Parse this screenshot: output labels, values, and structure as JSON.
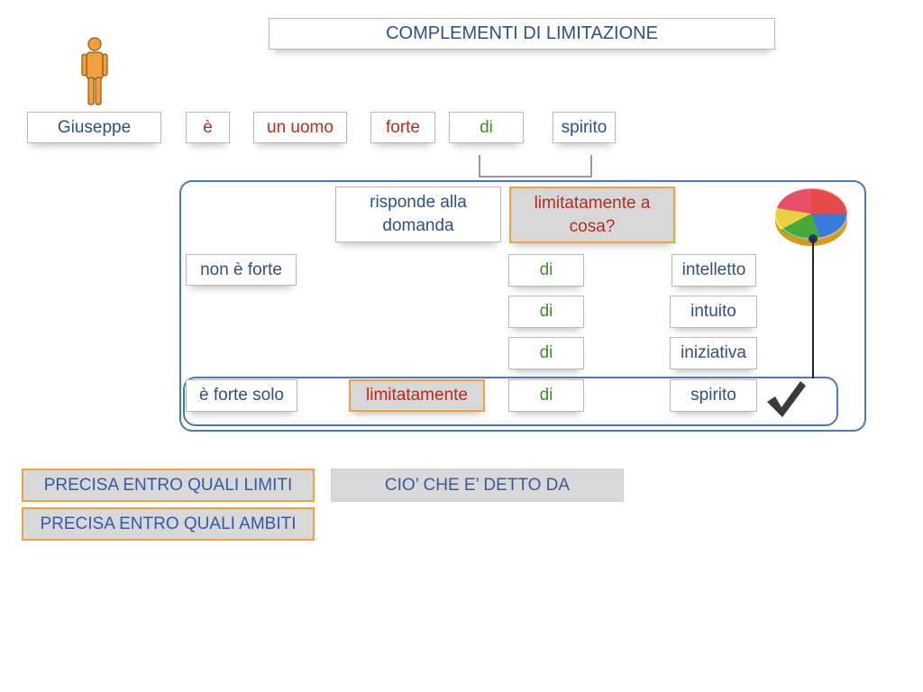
{
  "title": "COMPLEMENTI DI LIMITAZIONE",
  "sentence": [
    "Giuseppe",
    "è",
    "un uomo",
    "forte",
    "di",
    "spirito"
  ],
  "responds": "risponde alla domanda",
  "question": "limitatamente a cosa?",
  "rows": {
    "not_strong": "non è forte",
    "strong_only": "è forte solo",
    "limit_word": "limitatamente",
    "preps": [
      "di",
      "di",
      "di",
      "di"
    ],
    "nouns": [
      "intelletto",
      "intuito",
      "iniziativa",
      "spirito"
    ]
  },
  "labels": {
    "limits": "PRECISA ENTRO QUALI LIMITI",
    "said_by": "CIO’ CHE E’ DETTO DA",
    "scopes": "PRECISA ENTRO QUALI AMBITI"
  },
  "icons": [
    "person-icon",
    "pie-chart-icon",
    "checkmark-icon"
  ],
  "colors": {
    "blue_text": "#2f4f85",
    "red_text": "#b82a1e",
    "green_text": "#3f8f22",
    "orange_border": "#f0a040",
    "panel_border": "#4a78b8"
  }
}
